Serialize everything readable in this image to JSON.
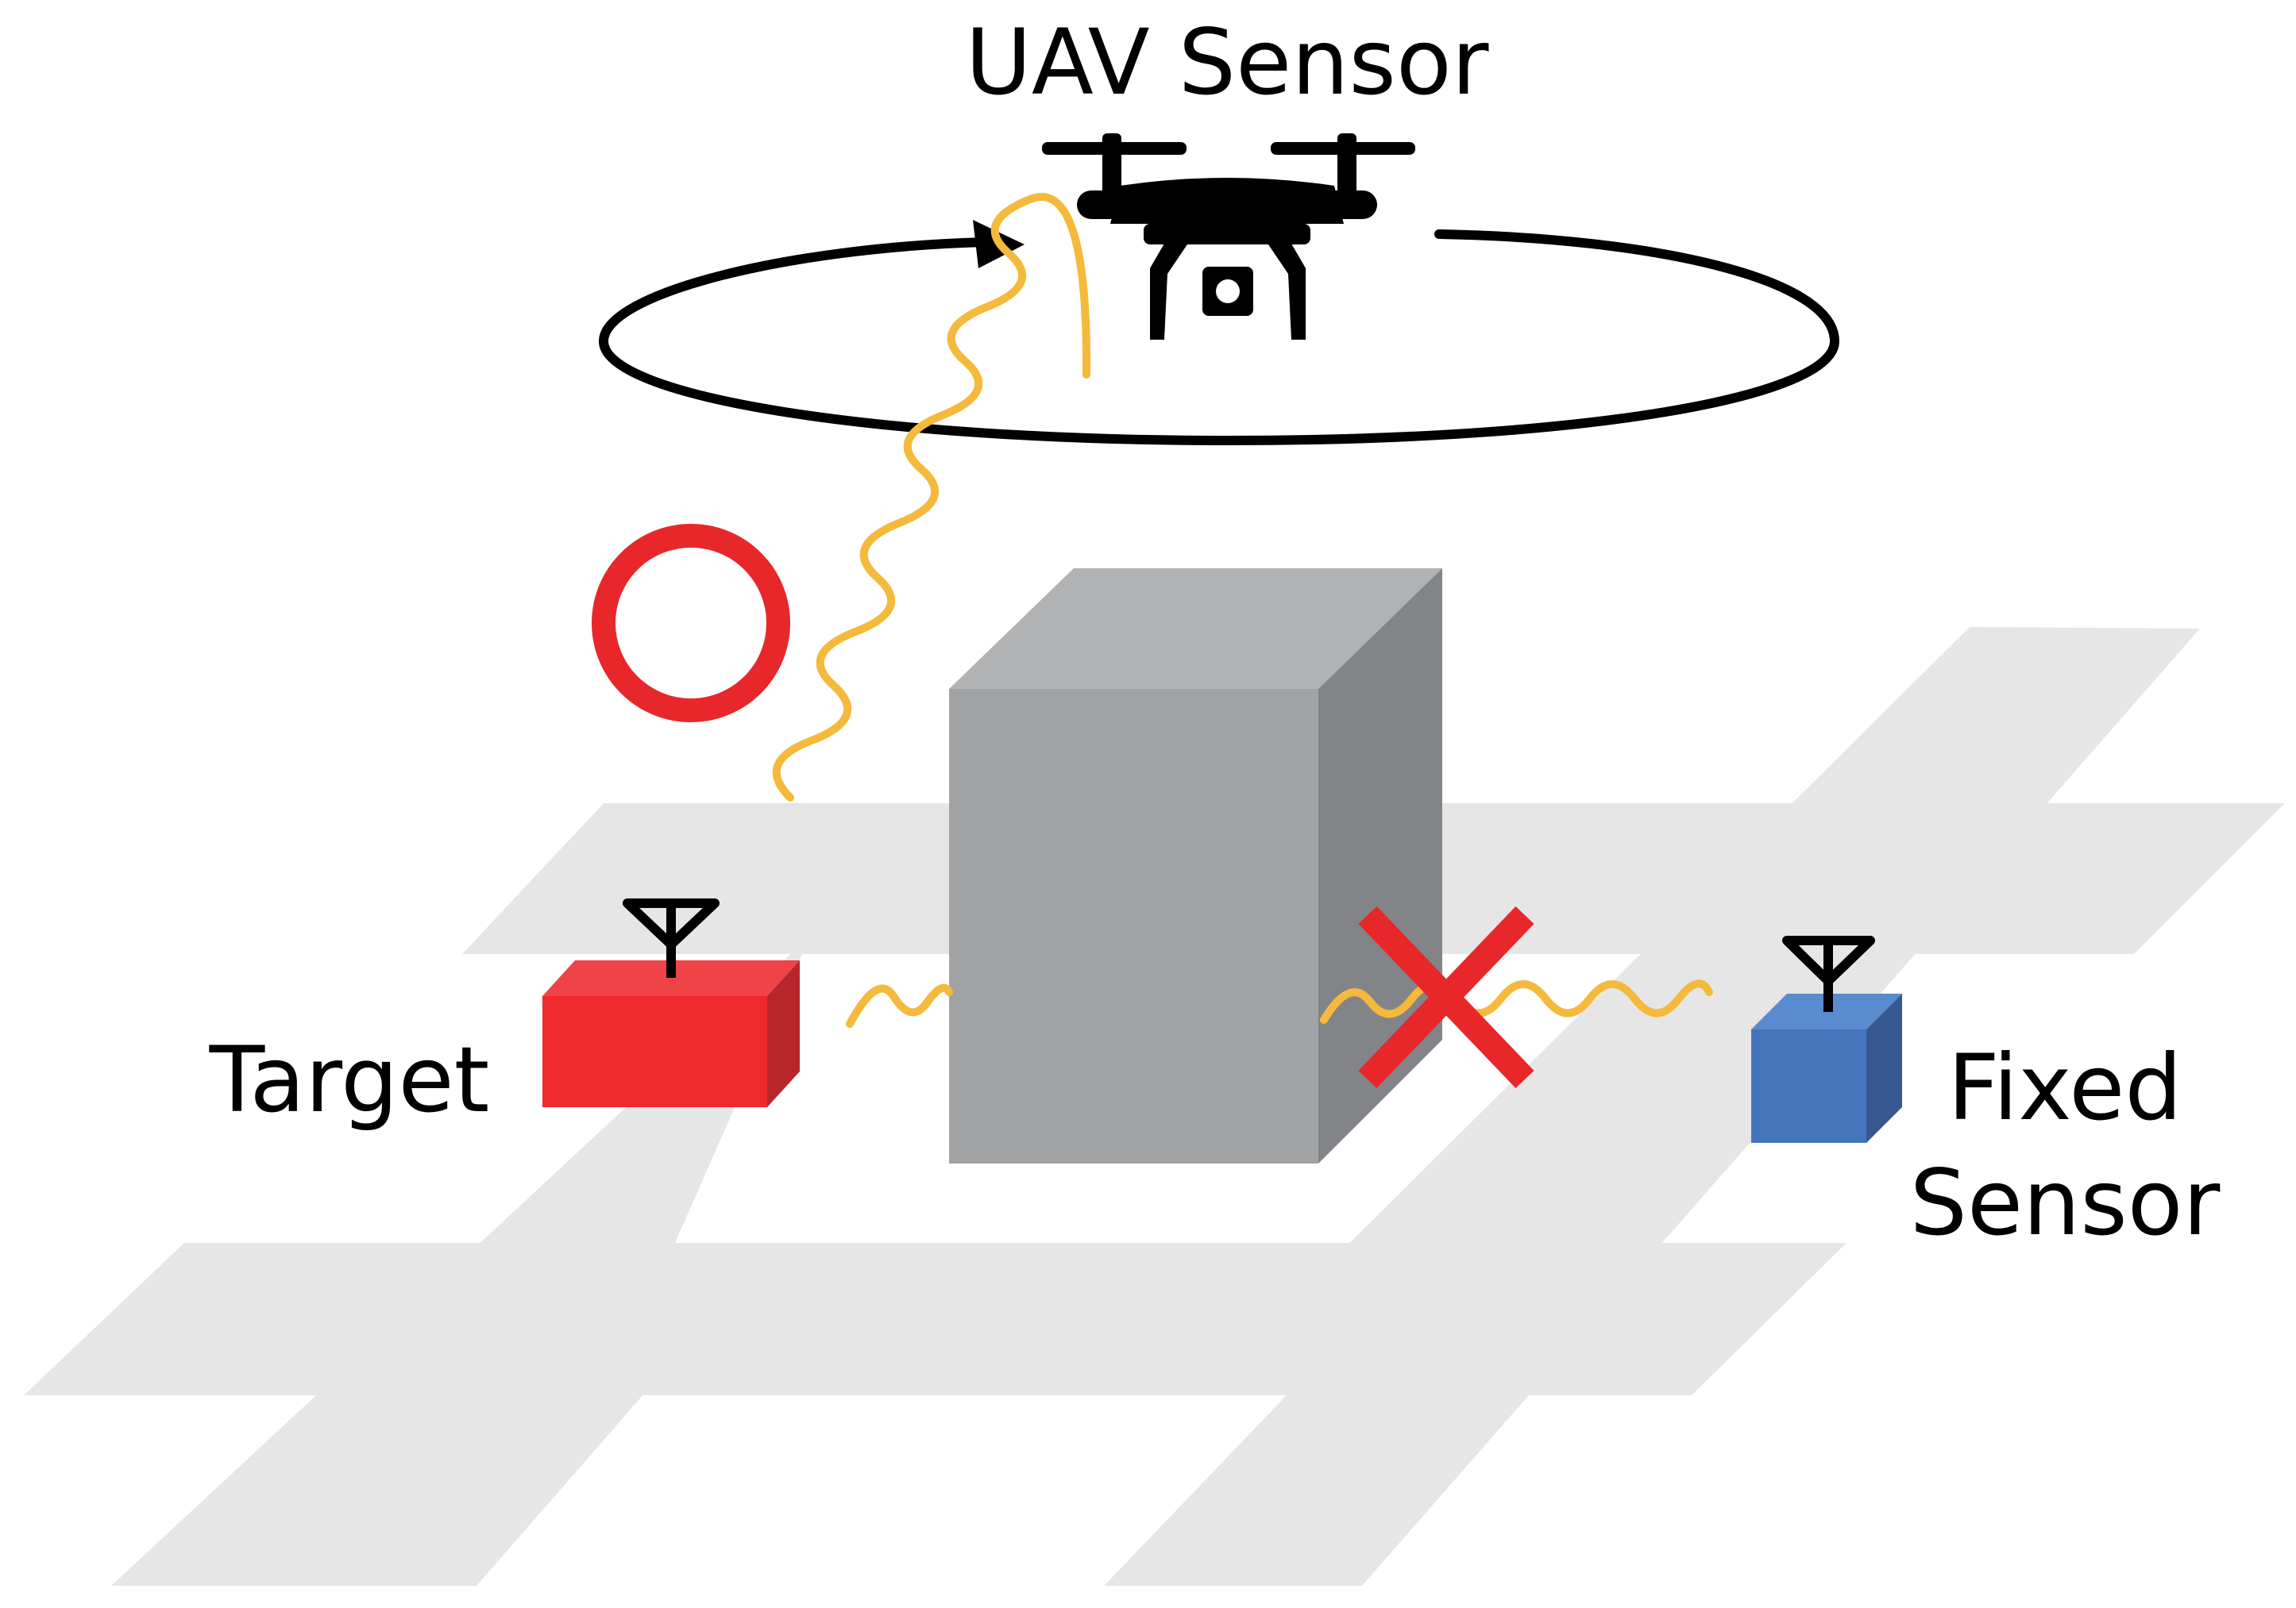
{
  "labels": {
    "uav_sensor": "UAV Sensor",
    "target": "Target",
    "fixed_sensor_line1": "Fixed",
    "fixed_sensor_line2": "Sensor"
  },
  "colors": {
    "road": "#e6e6e6",
    "building_front": "#a2a3a5",
    "building_top": "#b1b2b4",
    "building_side": "#838487",
    "target": "#ee2a2c",
    "target_top": "#f04347",
    "target_side": "#b8262b",
    "fixed_sensor": "#4474bc",
    "fixed_sensor_top": "#5a8ad0",
    "fixed_sensor_side": "#36588f",
    "signal": "#f5b93c",
    "success_mark": "#e8272b",
    "blocked_mark": "#e8272b",
    "orbit": "#000000"
  },
  "icons": {
    "uav": "drone-icon",
    "antenna": "antenna-icon",
    "success": "circle-mark-icon",
    "failure": "cross-mark-icon"
  }
}
